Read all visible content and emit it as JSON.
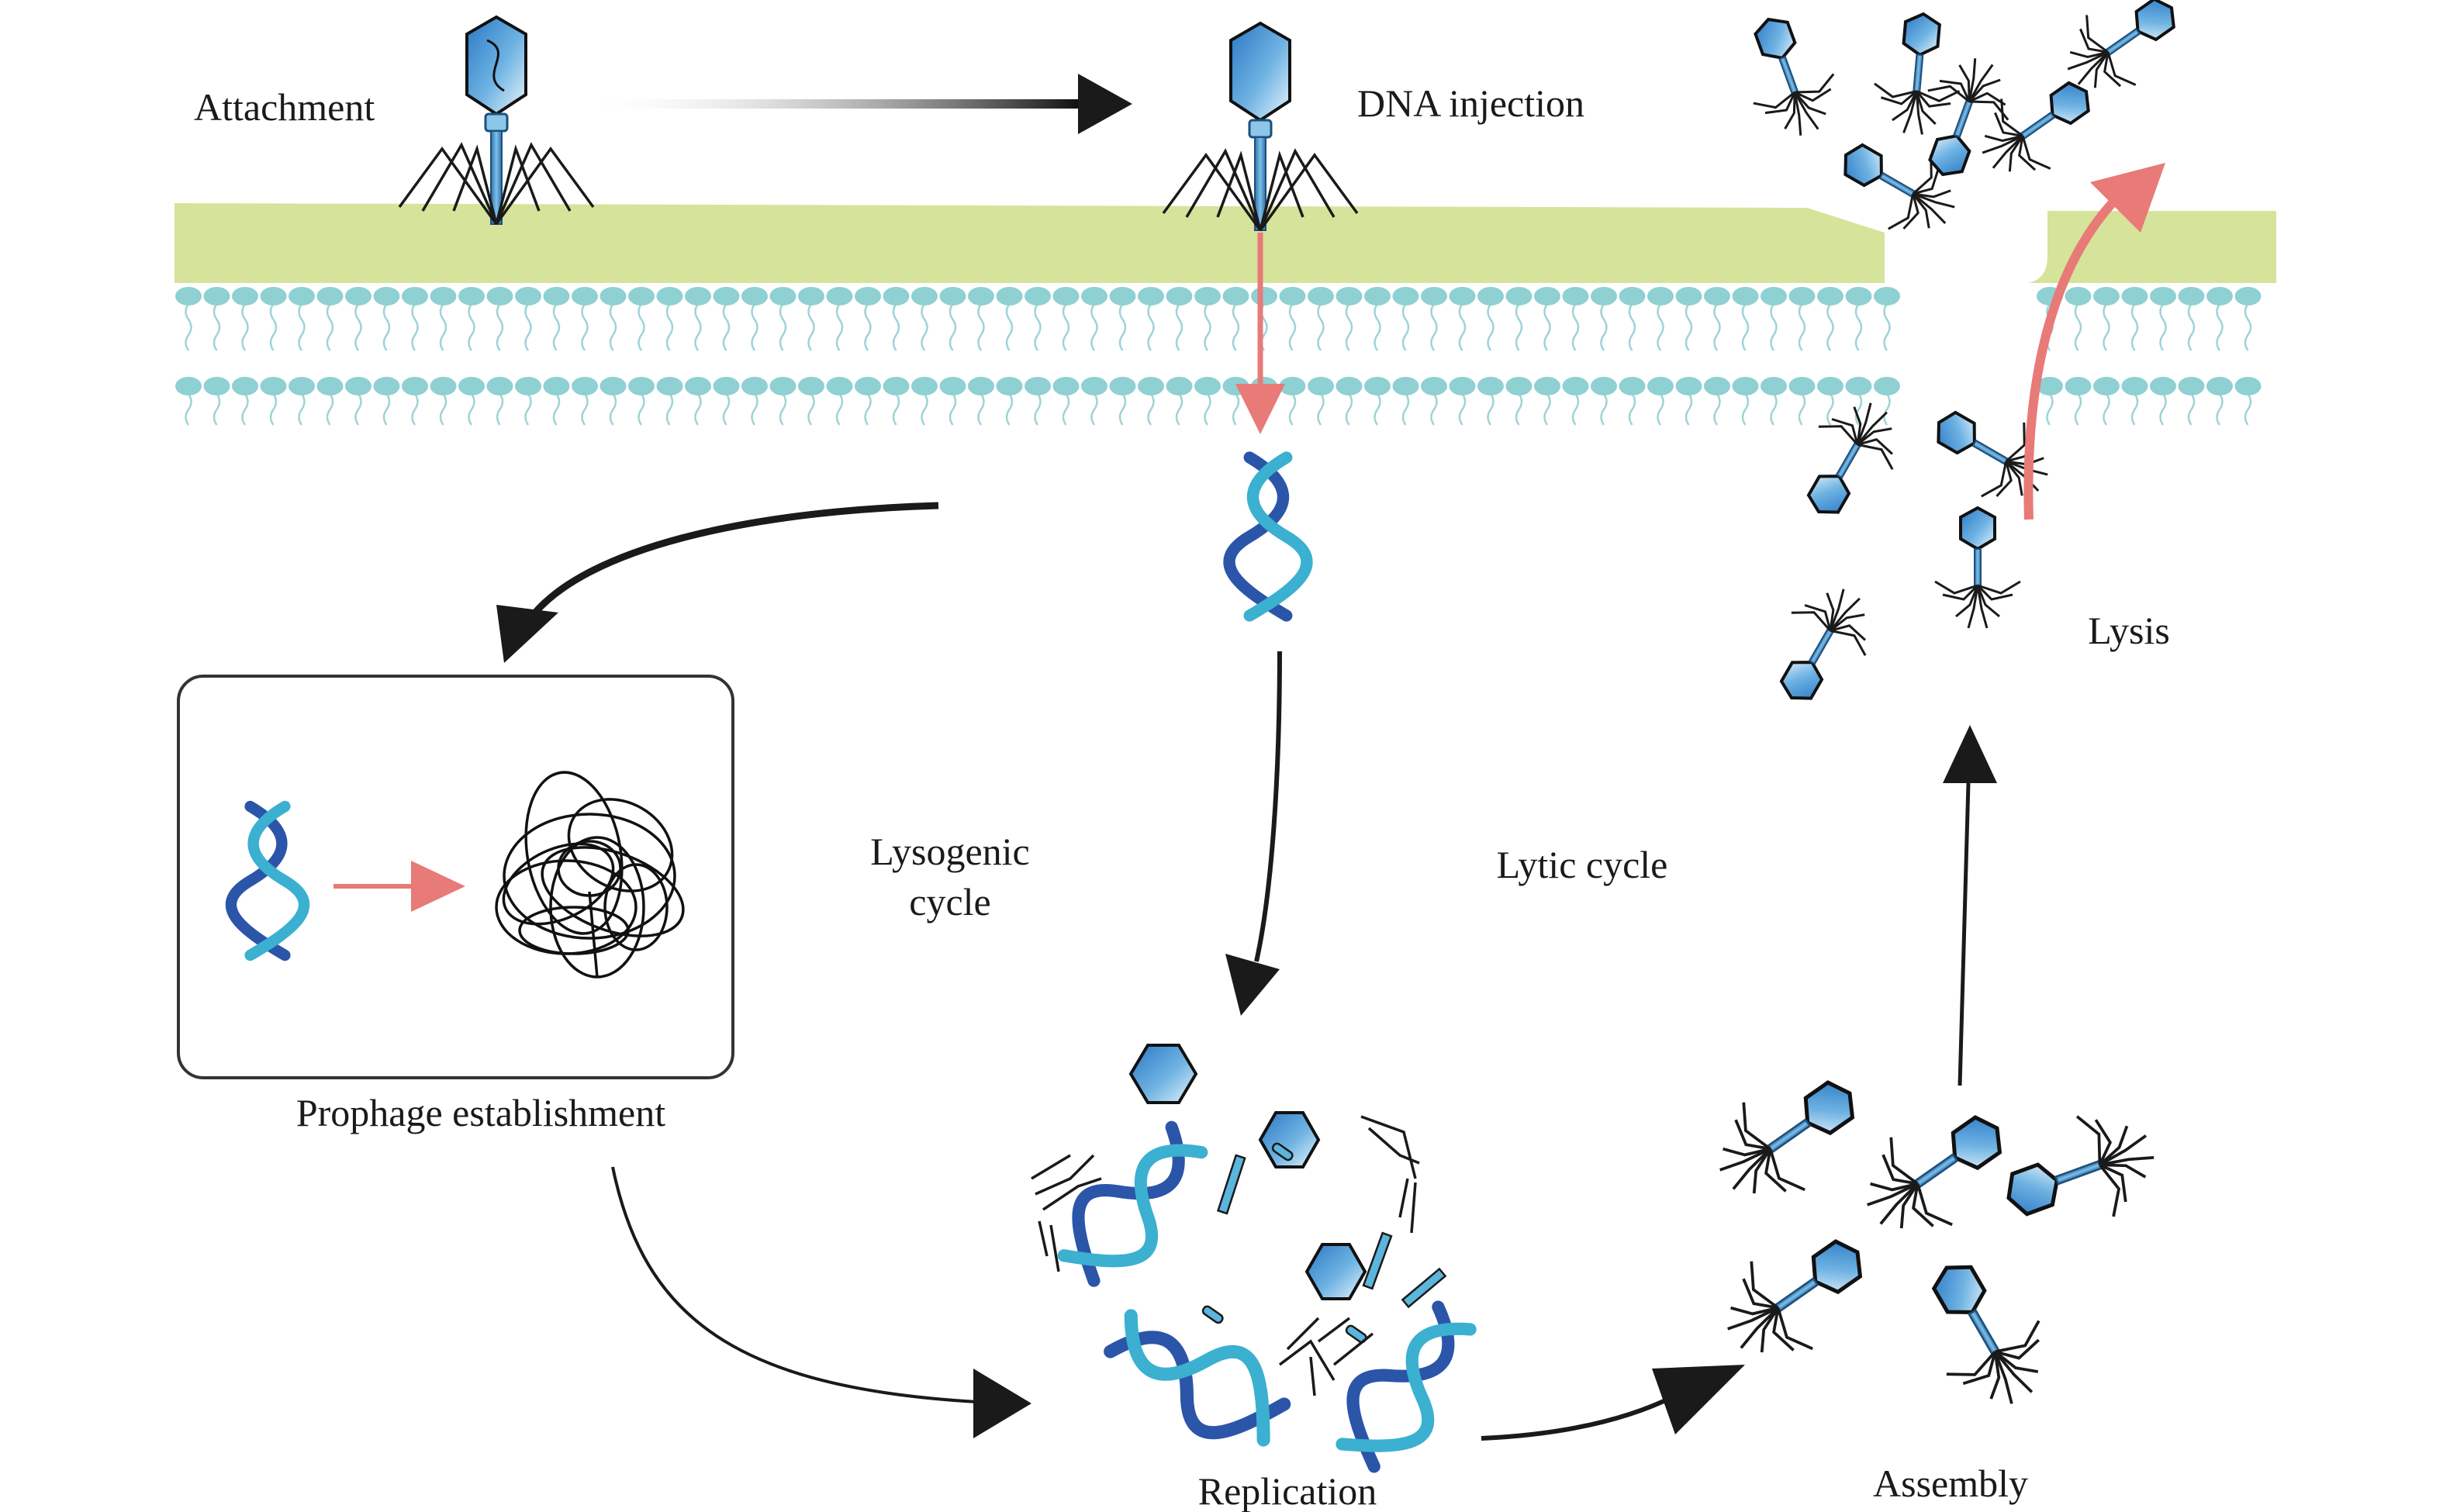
{
  "title": "Bacteriophage life cycle: lytic and lysogenic pathways",
  "labels": {
    "attachment": "Attachment",
    "dna_injection": "DNA injection",
    "lysis": "Lysis",
    "lysogenic_line1": "Lysogenic",
    "lysogenic_line2": "cycle",
    "lytic": "Lytic cycle",
    "prophage": "Prophage establishment",
    "replication": "Replication",
    "assembly": "Assembly"
  },
  "stages": [
    {
      "id": "attachment",
      "label": "Attachment"
    },
    {
      "id": "dna-injection",
      "label": "DNA injection"
    },
    {
      "id": "replication",
      "label": "Replication"
    },
    {
      "id": "assembly",
      "label": "Assembly"
    },
    {
      "id": "lysis",
      "label": "Lysis"
    },
    {
      "id": "prophage",
      "label": "Prophage establishment"
    }
  ],
  "pathways": [
    {
      "name": "Lysogenic cycle",
      "from": "dna-injection",
      "to": "prophage"
    },
    {
      "name": "Lytic cycle",
      "from": "dna-injection",
      "to": "replication"
    }
  ],
  "colors": {
    "cell_wall": "#d6e39a",
    "lipid_head": "#8fd0d2",
    "lipid_tail": "#9fd4d6",
    "phage_head": "#3a8bd0",
    "dna_dark": "#2b55a8",
    "dna_light": "#3bb0d0",
    "arrow_black": "#1a1a1a",
    "arrow_red": "#e87a78"
  }
}
